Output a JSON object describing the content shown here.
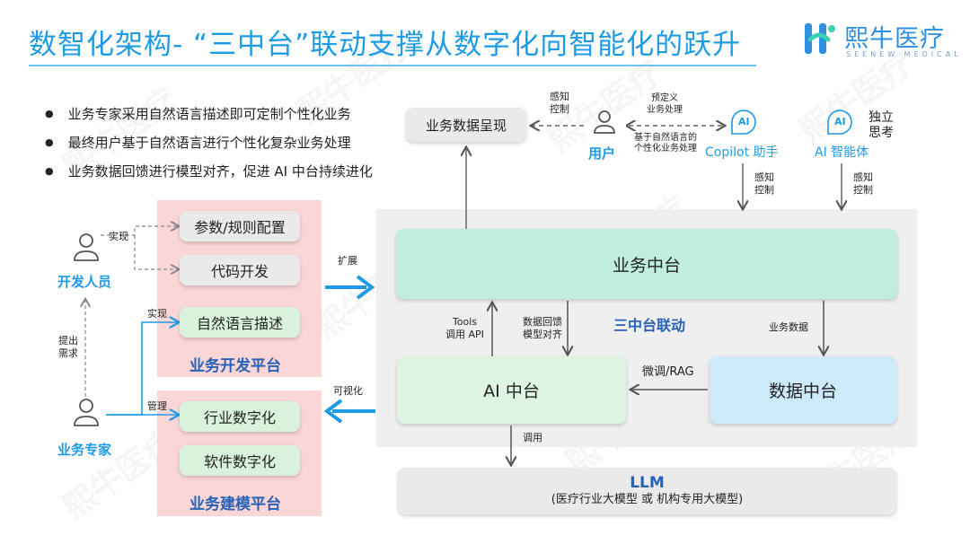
{
  "title": "数智化架构- “三中台”联动支撑从数字化向智能化的跃升",
  "logo": {
    "text": "熙牛医疗",
    "sub": "SEENEW MEDICAL",
    "mark": "H-logo-icon"
  },
  "bullets": [
    "业务专家采用自然语言描述即可定制个性化业务",
    "最终用户基于自然语言进行个性化复杂业务处理",
    "业务数据回馈进行模型对齐，促进 AI 中台持续进化"
  ],
  "top": {
    "data_display": "业务数据呈现",
    "sense_control_left": [
      "感知",
      "控制"
    ],
    "user": "用户",
    "predefined": [
      "预定义",
      "业务处理"
    ],
    "nl_personal": [
      "基于自然语言的",
      "个性化业务处理"
    ],
    "copilot": "Copilot 助手",
    "ai_agent": "AI 智能体",
    "ai_badge": "AI",
    "independent": [
      "独立",
      "思考"
    ],
    "copilot_sense": [
      "感知",
      "控制"
    ],
    "agent_sense": [
      "感知",
      "控制"
    ]
  },
  "left": {
    "developer": "开发人员",
    "implement1": "实现",
    "param_config": "参数/规则配置",
    "code_dev": "代码开发",
    "raise_req": [
      "提出",
      "需求"
    ],
    "implement2": "实现",
    "nl_desc": "自然语言描述",
    "dev_platform": "业务开发平台",
    "expert": "业务专家",
    "manage": "管理",
    "industry_digital": "行业数字化",
    "software_digital": "软件数字化",
    "modeling_platform": "业务建模平台",
    "expand": "扩展",
    "visualize": "可视化"
  },
  "center": {
    "business_middle": "业务中台",
    "tools": [
      "Tools",
      "调用 API"
    ],
    "data_feedback": [
      "数据回馈",
      "模型对齐"
    ],
    "three_linkage": "三中台联动",
    "business_data": "业务数据",
    "ai_middle": "AI 中台",
    "finetune": "微调/RAG",
    "data_middle": "数据中台",
    "invoke": "调用",
    "llm": "LLM",
    "llm_sub": "(医疗行业大模型 或 机构专用大模型)"
  },
  "watermark": "熙牛医疗",
  "colors": {
    "title_blue": "#1e9be4",
    "mint": "#bfeee0",
    "light_green": "#dff5e3",
    "light_blue": "#cdeafb",
    "pink": "#fbd6d6",
    "gray_panel": "#efefef",
    "platform_text": "#2862b8"
  }
}
